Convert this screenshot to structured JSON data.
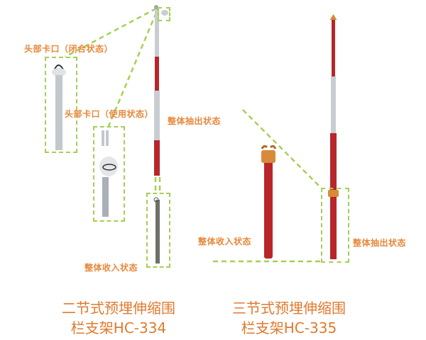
{
  "colors": {
    "accent_text": "#e8873a",
    "dash_green": "#a6cf54",
    "pole_red": "#b8262b",
    "pole_white": "#c9cdd2",
    "cap_orange": "#d88a3a",
    "insulator_grey": "#9ea6ad"
  },
  "left_product": {
    "callouts": {
      "head_closed": "头部卡口（闭合状态）",
      "head_in_use": "头部卡口（使用状态）",
      "extended": "整体抽出状态",
      "retracted": "整体收入状态"
    },
    "title_line1": "二节式预埋伸缩围",
    "title_line2": "栏支架HC-334"
  },
  "right_product": {
    "callouts": {
      "retracted": "整体收入状态",
      "extended": "整体抽出状态"
    },
    "title_line1": "三节式预埋伸缩围",
    "title_line2": "栏支架HC-335"
  }
}
